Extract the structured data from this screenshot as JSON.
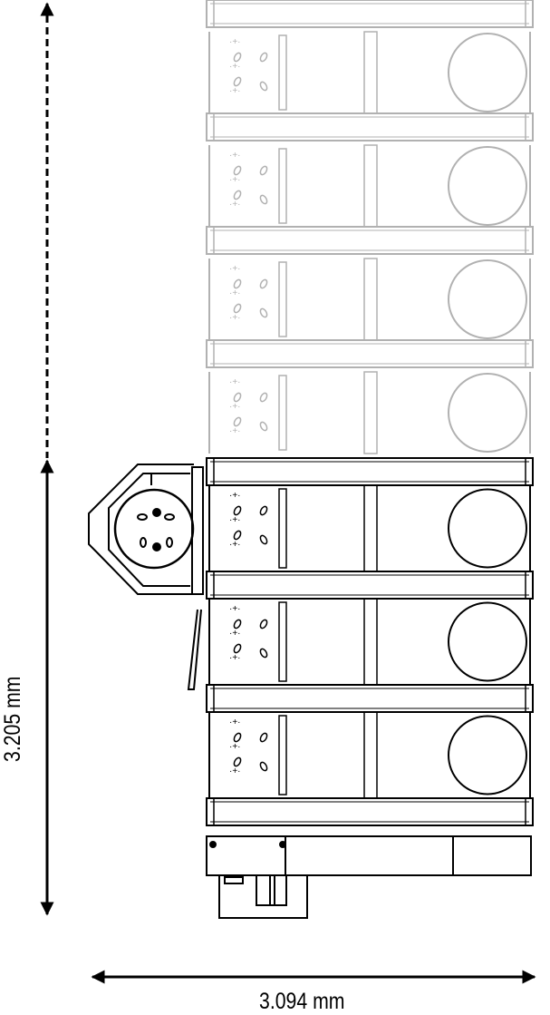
{
  "dimensions": {
    "height_label": "3.205 mm",
    "width_label": "3.094 mm"
  },
  "diagram": {
    "installed_tiers": 3,
    "optional_tiers": 4,
    "line_color": "#000000",
    "optional_opacity": 0.3
  }
}
